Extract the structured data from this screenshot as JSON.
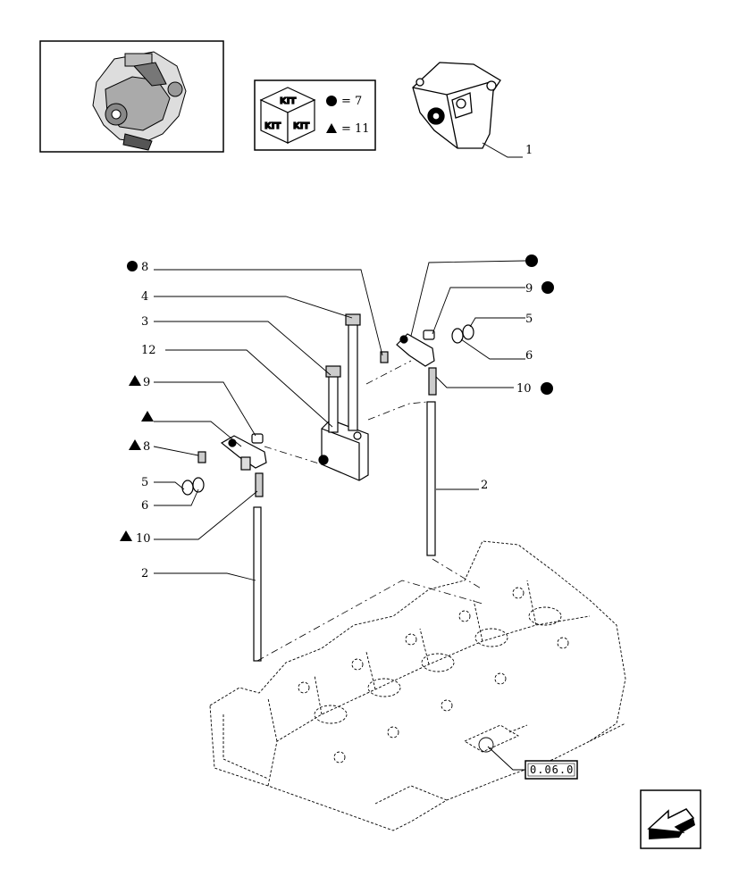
{
  "kit_box": {
    "kit_word": "KIT",
    "circle_count": "= 7",
    "triangle_count": "= 11"
  },
  "reference_box": "0.06.0",
  "callouts": {
    "item_1": "1",
    "item_2_right": "2",
    "item_2_left": "2",
    "item_3": "3",
    "item_4": "4",
    "item_12": "12",
    "item_8_circle": "8",
    "item_9_circle": "9",
    "item_5_right": "5",
    "item_6_right": "6",
    "item_10_circle": "10",
    "item_9_triangle": "9",
    "item_8_triangle": "8",
    "item_5_left": "5",
    "item_6_left": "6",
    "item_10_triangle": "10"
  },
  "icons": [
    "engine-thumbnail",
    "kit-cube-icon",
    "circle-marker-icon",
    "triangle-marker-icon",
    "rocker-support-icon",
    "next-page-arrow-icon"
  ]
}
